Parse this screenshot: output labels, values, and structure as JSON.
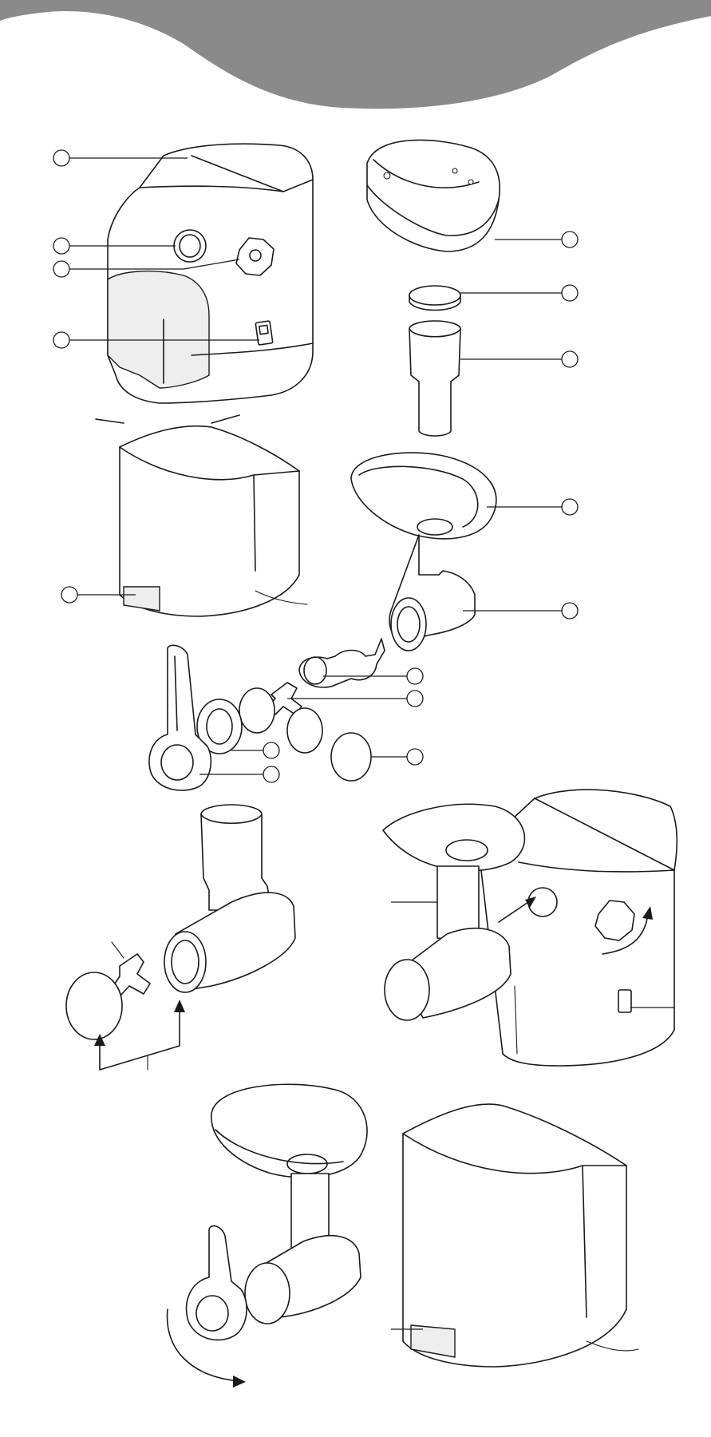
{
  "header": {
    "band_color": "#8a8a8a"
  },
  "figures": [
    {
      "id": "motor-unit-parts",
      "callouts": 4
    },
    {
      "id": "cord-storage",
      "callouts": 1
    },
    {
      "id": "top-accessories",
      "callouts": 3
    },
    {
      "id": "grinder-assembly-parts",
      "callouts": 7
    },
    {
      "id": "assembly-step",
      "icons": [
        "up-arrow-icon",
        "up-arrow-icon"
      ]
    },
    {
      "id": "attach-to-motor",
      "icons": [
        "insert-arrow-icon",
        "rotate-arrow-icon"
      ]
    },
    {
      "id": "tighten-ring",
      "icons": [
        "rotate-arrow-icon"
      ]
    },
    {
      "id": "cord-storage-final",
      "callouts": 0
    }
  ],
  "colors": {
    "line": "#1a1a1a",
    "fill": "#ffffff",
    "shade": "#eeeeee"
  }
}
